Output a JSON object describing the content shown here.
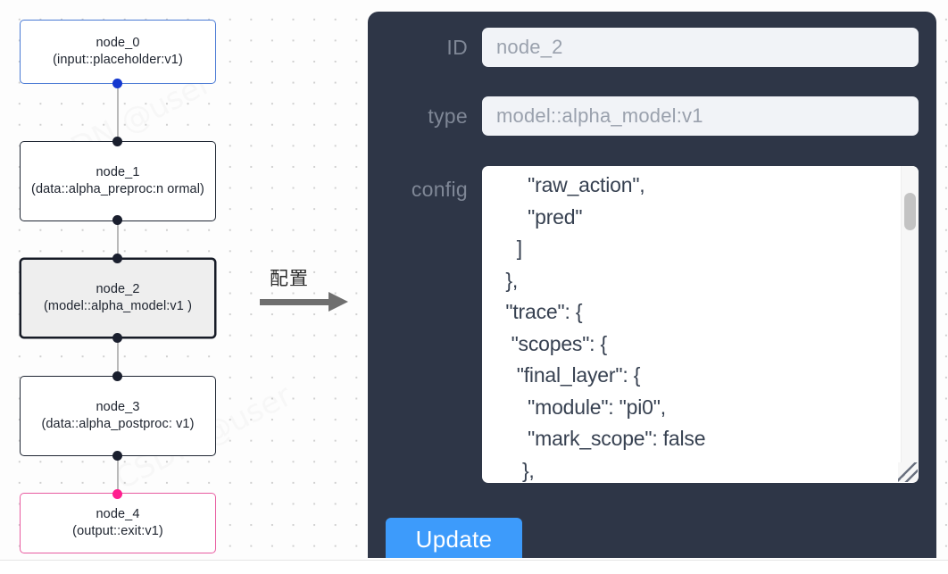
{
  "graph": {
    "nodes": [
      {
        "id": "node_0",
        "title": "node_0",
        "subtitle": "(input::placeholder:v1)",
        "kind": "input",
        "selected": false
      },
      {
        "id": "node_1",
        "title": "node_1",
        "subtitle": "(data::alpha_preproc:n\normal)",
        "kind": "default",
        "selected": false
      },
      {
        "id": "node_2",
        "title": "node_2",
        "subtitle": "(model::alpha_model:v1\n)",
        "kind": "default",
        "selected": true
      },
      {
        "id": "node_3",
        "title": "node_3",
        "subtitle": "(data::alpha_postproc:\nv1)",
        "kind": "default",
        "selected": false
      },
      {
        "id": "node_4",
        "title": "node_4",
        "subtitle": "(output::exit:v1)",
        "kind": "output",
        "selected": false
      }
    ],
    "handle_colors": {
      "input": "#1438cf",
      "default": "#1a1f2e",
      "output": "#ff1f8f"
    },
    "edge_color": "#b9b9b9"
  },
  "annotation": {
    "label": "配置",
    "arrow_color": "#6f6f6f"
  },
  "inspector": {
    "panel_color": "#2e3647",
    "fields": {
      "id": {
        "label": "ID",
        "value": "node_2",
        "placeholder": "node id"
      },
      "type": {
        "label": "type",
        "value": "model::alpha_model:v1",
        "placeholder": "node type"
      },
      "config": {
        "label": "config",
        "value": "      \"raw_action\",\n      \"pred\"\n    ]\n  },\n  \"trace\": {\n   \"scopes\": {\n    \"final_layer\": {\n      \"module\": \"pi0\",\n      \"mark_scope\": false\n     },\n     \"action_model\": {",
        "scroll_position": "near-top"
      }
    },
    "update_button": {
      "label": "Update",
      "color": "#3d9bfb"
    }
  }
}
